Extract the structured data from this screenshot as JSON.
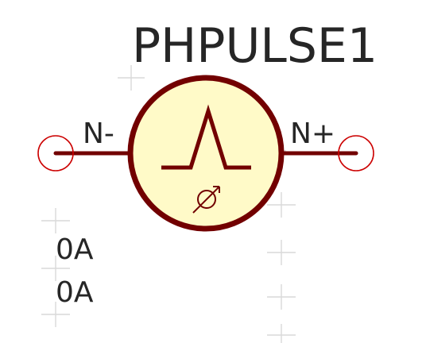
{
  "component": {
    "reference": "PHPULSE1",
    "pins": {
      "negative_label": "N-",
      "positive_label": "N+"
    },
    "values": [
      "0A",
      "0A"
    ],
    "symbol_icon": "gaussian-pulse-icon",
    "phase_icon": "phase-diameter-icon"
  },
  "colors": {
    "outline": "#720000",
    "body_fill": "#fffac8",
    "text": "#262626",
    "pin_end": "#cc0000",
    "grid_marks": "#d9d9d9"
  }
}
